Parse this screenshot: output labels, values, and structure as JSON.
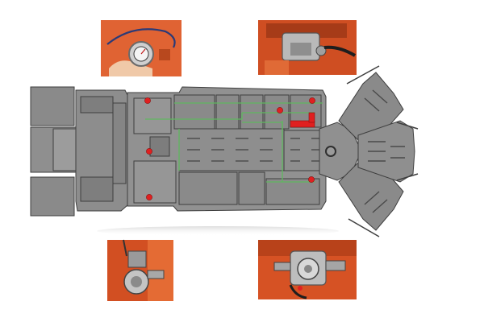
{
  "diagram": {
    "type": "vehicle-top-view-component-locations",
    "vehicle": "mining-shuttle-car-chassis",
    "colors": {
      "background": "#ffffff",
      "chassis": "#8c8c8c",
      "chassis_dark": "#4a4a4a",
      "highlight_line": "#5fb85f",
      "marker": "#e02020",
      "photo_orange": "#d8582a",
      "photo_metal": "#b9b9b9"
    },
    "markers": [
      {
        "id": "marker-1"
      },
      {
        "id": "marker-2"
      },
      {
        "id": "marker-3"
      },
      {
        "id": "marker-4"
      },
      {
        "id": "marker-5"
      },
      {
        "id": "marker-6"
      }
    ],
    "photos": [
      {
        "id": "top-left",
        "subject": "hand-held-pressure-gauge-with-hose"
      },
      {
        "id": "top-right",
        "subject": "mounted-valve-assembly-on-orange-frame"
      },
      {
        "id": "bottom-left",
        "subject": "pump-unit-on-orange-frame"
      },
      {
        "id": "bottom-right",
        "subject": "pressure-regulator-assembly"
      }
    ]
  }
}
